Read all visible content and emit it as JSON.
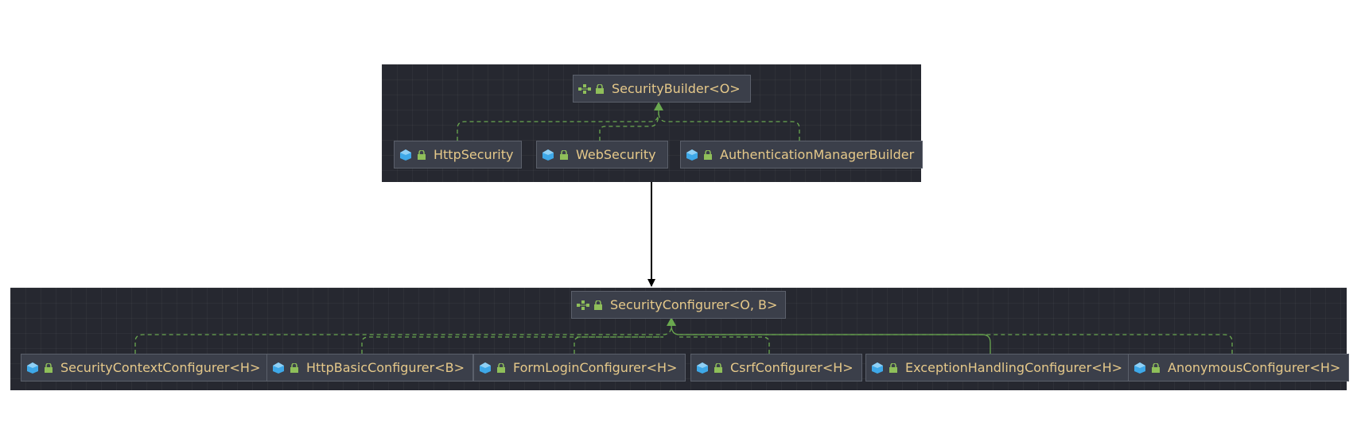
{
  "top_diagram": {
    "interface": "SecurityBuilder<O>",
    "implementations": [
      "HttpSecurity",
      "WebSecurity",
      "AuthenticationManagerBuilder"
    ]
  },
  "bottom_diagram": {
    "interface": "SecurityConfigurer<O, B>",
    "implementations": [
      "SecurityContextConfigurer<H>",
      "HttpBasicConfigurer<B>",
      "FormLoginConfigurer<H>",
      "CsrfConfigurer<H>",
      "ExceptionHandlingConfigurer<H>",
      "AnonymousConfigurer<H>"
    ]
  },
  "colors": {
    "panel": "#262830",
    "node_fill": "#3b3f4a",
    "node_border": "#5b606b",
    "label": "#e6c98a",
    "inheritance_arrow": "#6aa84f",
    "class_icon": "#3ea8e8",
    "lock_icon": "#8fbf5a"
  }
}
